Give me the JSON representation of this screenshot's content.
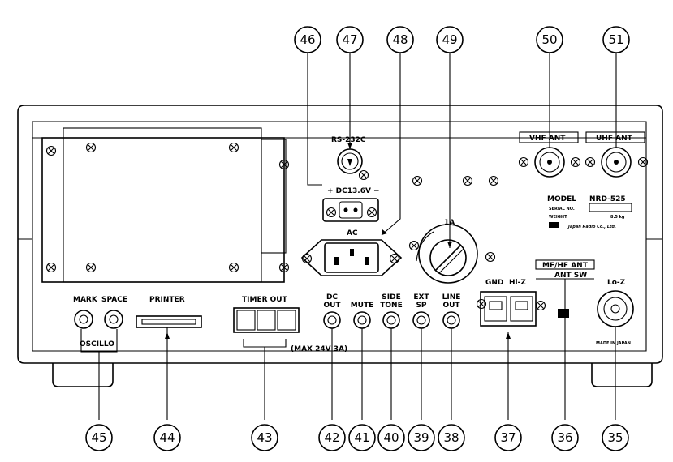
{
  "panel_labels": {
    "rs232c": "RS-232C",
    "dc": "+ DC13.6V −",
    "ac": "AC",
    "fuse": "1A",
    "vhf_ant": "VHF ANT",
    "uhf_ant": "UHF ANT",
    "model": "MODEL",
    "model_value": "NRD-525",
    "serial": "SERIAL NO.",
    "weight": "WEIGHT",
    "weight_value": "8.5 kg",
    "maker": "Japan Radio Co., Ltd.",
    "mark": "MARK",
    "space": "SPACE",
    "oscillo": "OSCILLO",
    "printer": "PRINTER",
    "timer_out": "TIMER OUT",
    "timer_note": "(MAX 24V 3A)",
    "dc_out_1": "DC",
    "dc_out_2": "OUT",
    "mute": "MUTE",
    "side_tone_1": "SIDE",
    "side_tone_2": "TONE",
    "ext_sp_1": "EXT",
    "ext_sp_2": "SP",
    "line_out_1": "LINE",
    "line_out_2": "OUT",
    "gnd": "GND",
    "hiz": "Hi-Z",
    "mfhf_ant": "MF/HF ANT",
    "ant_sw": "ANT SW",
    "loz": "Lo-Z",
    "made_in": "MADE IN JAPAN"
  },
  "callouts": [
    "35",
    "36",
    "37",
    "38",
    "39",
    "40",
    "41",
    "42",
    "43",
    "44",
    "45",
    "46",
    "47",
    "48",
    "49",
    "50",
    "51"
  ]
}
